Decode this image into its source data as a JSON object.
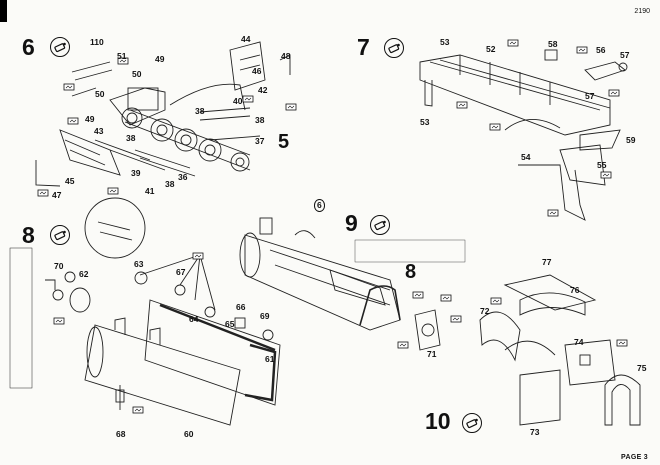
{
  "page": {
    "code": "2190",
    "footer": "PAGE 3"
  },
  "steps": [
    {
      "number": "6"
    },
    {
      "number": "7"
    },
    {
      "number": "8"
    },
    {
      "number": "9"
    },
    {
      "number": "10"
    }
  ],
  "icons": {
    "step_icon": "glue-tube-icon",
    "flag": "cement-flag-icon"
  },
  "labels": {
    "s6": [
      "110",
      "51",
      "50",
      "49",
      "50",
      "44",
      "48",
      "46",
      "42",
      "40",
      "38",
      "38",
      "37",
      "5",
      "49",
      "43",
      "38",
      "45",
      "47",
      "39",
      "41",
      "36",
      "38"
    ],
    "s7": [
      "53",
      "52",
      "58",
      "56",
      "57",
      "57",
      "53",
      "59",
      "54",
      "55"
    ],
    "s8": [
      "70",
      "62",
      "63",
      "67",
      "64",
      "66",
      "65",
      "69",
      "61",
      "68",
      "60"
    ],
    "s9": [
      "6",
      "8",
      "71"
    ],
    "s10": [
      "77",
      "76",
      "72",
      "74",
      "75",
      "73"
    ]
  }
}
